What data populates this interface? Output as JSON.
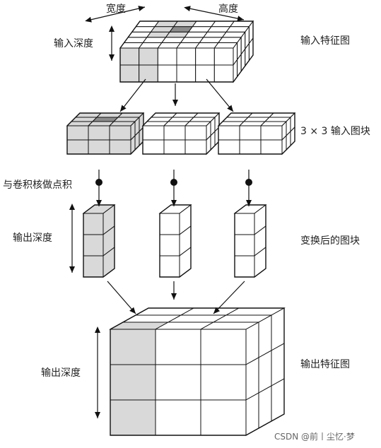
{
  "labels": {
    "width": "宽度",
    "height": "高度",
    "input_depth": "输入深度",
    "input_feature_map": "输入特征图",
    "patches_3x3": "3 × 3 输入图块",
    "dot_with_kernel": "与卷积核做点积",
    "output_depth_1": "输出深度",
    "transformed_patches": "变换后的图块",
    "output_depth_2": "输出深度",
    "output_feature_map": "输出特征图"
  },
  "watermark": "CSDN @前丨尘忆·梦"
}
